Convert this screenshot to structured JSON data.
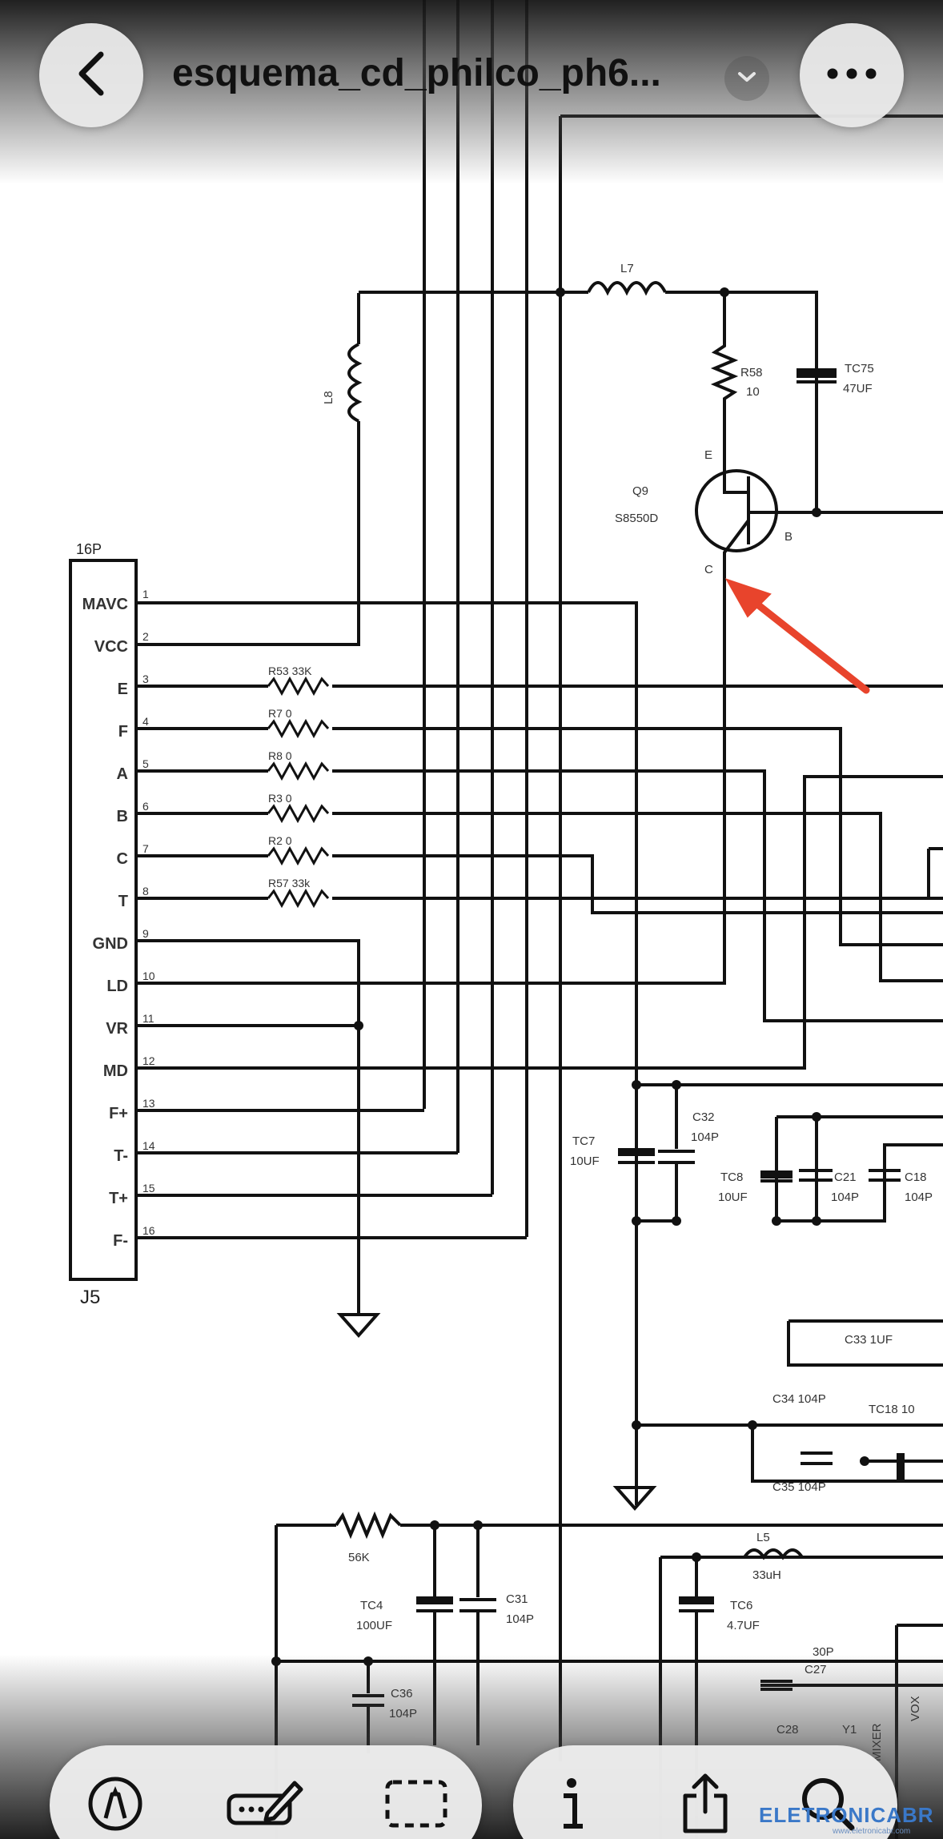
{
  "header": {
    "title": "esquema_cd_philco_ph6...",
    "back_icon": "chevron-left-icon",
    "menu_icon": "ellipsis-icon",
    "title_menu_icon": "chevron-down-icon"
  },
  "schematic": {
    "connector": {
      "ref": "J5",
      "type_label": "16P"
    },
    "pins": [
      {
        "num": "1",
        "name": "MAVC"
      },
      {
        "num": "2",
        "name": "VCC"
      },
      {
        "num": "3",
        "name": "E"
      },
      {
        "num": "4",
        "name": "F"
      },
      {
        "num": "5",
        "name": "A"
      },
      {
        "num": "6",
        "name": "B"
      },
      {
        "num": "7",
        "name": "C"
      },
      {
        "num": "8",
        "name": "T"
      },
      {
        "num": "9",
        "name": "GND"
      },
      {
        "num": "10",
        "name": "LD"
      },
      {
        "num": "11",
        "name": "VR"
      },
      {
        "num": "12",
        "name": "MD"
      },
      {
        "num": "13",
        "name": "F+"
      },
      {
        "num": "14",
        "name": "T-"
      },
      {
        "num": "15",
        "name": "T+"
      },
      {
        "num": "16",
        "name": "F-"
      }
    ],
    "resistor_labels": [
      "R53 33K",
      "R7 0",
      "R8 0",
      "R3 0",
      "R2 0",
      "R57 33k"
    ],
    "components": {
      "l7": "L7",
      "l8": "L8",
      "r58_ref": "R58",
      "r58_val": "10",
      "tc75_ref": "TC75",
      "tc75_val": "47UF",
      "q9_ref": "Q9",
      "q9_part": "S8550D",
      "pin_e": "E",
      "pin_c": "C",
      "pin_b": "B",
      "tc7_ref": "TC7",
      "tc7_val": "10UF",
      "c32_ref": "C32",
      "c32_val": "104P",
      "tc8_ref": "TC8",
      "tc8_val": "10UF",
      "c21_ref": "C21",
      "c21_val": "104P",
      "c18_ref": "C18",
      "c18_val": "104P",
      "c33": "C33 1UF",
      "c34": "C34 104P",
      "tc18": "TC18 10",
      "c35": "C35 104P",
      "r_bottom_val": "56K",
      "l5_ref": "L5",
      "l5_val": "33uH",
      "tc4_ref": "TC4",
      "tc4_val": "100UF",
      "c31_ref": "C31",
      "c31_val": "104P",
      "tc6_ref": "TC6",
      "tc6_val": "4.7UF",
      "c36_ref": "C36",
      "c36_val": "104P",
      "c27": "C27",
      "c28": "C28",
      "val_30p": "30P",
      "y1": "Y1",
      "mixer": "MIXER",
      "vox": "VOX"
    }
  },
  "toolbar": {
    "left_tools": [
      "markup-icon",
      "signature-icon",
      "select-rectangle-icon"
    ],
    "right_tools": [
      "info-icon",
      "share-icon",
      "search-icon"
    ]
  },
  "watermark": {
    "main": "ELETRONICABR",
    "sub": "www.eletronicabr.com"
  },
  "colors": {
    "annotation_arrow": "#e8442c",
    "ink": "#111111"
  }
}
